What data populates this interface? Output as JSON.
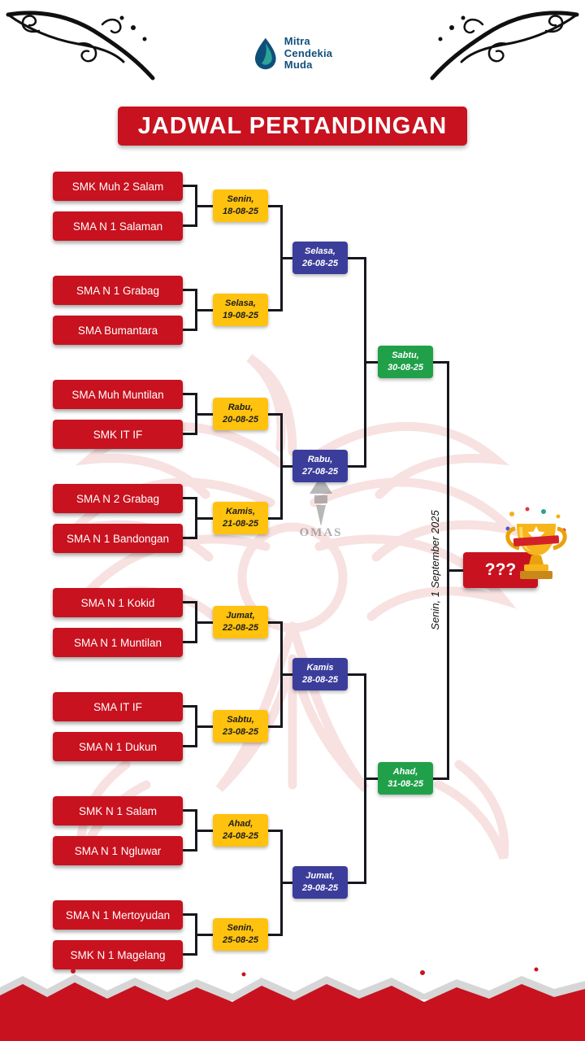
{
  "brand": {
    "line1": "Mitra",
    "line2": "Cendekia",
    "line3": "Muda"
  },
  "title": "JADWAL PERTANDINGAN",
  "watermark": {
    "text": "OMAS"
  },
  "bracket": {
    "round1": [
      {
        "team1": "SMK Muh 2 Salam",
        "team2": "SMA N 1 Salaman",
        "day": "Senin,",
        "date": "18-08-25"
      },
      {
        "team1": "SMA N 1 Grabag",
        "team2": "SMA Bumantara",
        "day": "Selasa,",
        "date": "19-08-25"
      },
      {
        "team1": "SMA Muh Muntilan",
        "team2": "SMK IT IF",
        "day": "Rabu,",
        "date": "20-08-25"
      },
      {
        "team1": "SMA N 2 Grabag",
        "team2": "SMA N 1 Bandongan",
        "day": "Kamis,",
        "date": "21-08-25"
      },
      {
        "team1": "SMA N 1 Kokid",
        "team2": "SMA N 1 Muntilan",
        "day": "Jumat,",
        "date": "22-08-25"
      },
      {
        "team1": "SMA IT IF",
        "team2": "SMA N 1 Dukun",
        "day": "Sabtu,",
        "date": "23-08-25"
      },
      {
        "team1": "SMK N 1 Salam",
        "team2": "SMA N 1 Ngluwar",
        "day": "Ahad,",
        "date": "24-08-25"
      },
      {
        "team1": "SMA N 1 Mertoyudan",
        "team2": "SMK N 1 Magelang",
        "day": "Senin,",
        "date": "25-08-25"
      }
    ],
    "round2": [
      {
        "day": "Selasa,",
        "date": "26-08-25"
      },
      {
        "day": "Rabu,",
        "date": "27-08-25"
      },
      {
        "day": "Kamis",
        "date": "28-08-25"
      },
      {
        "day": "Jumat,",
        "date": "29-08-25"
      }
    ],
    "semifinal": [
      {
        "day": "Sabtu,",
        "date": "30-08-25"
      },
      {
        "day": "Ahad,",
        "date": "31-08-25"
      }
    ],
    "final": {
      "schedule": "Senin, 1 September 2025",
      "winner_placeholder": "???"
    }
  },
  "colors": {
    "red": "#C8121F",
    "yellow": "#FFC20E",
    "blue": "#3B3D9B",
    "green": "#21A04A",
    "line": "#17181F"
  }
}
